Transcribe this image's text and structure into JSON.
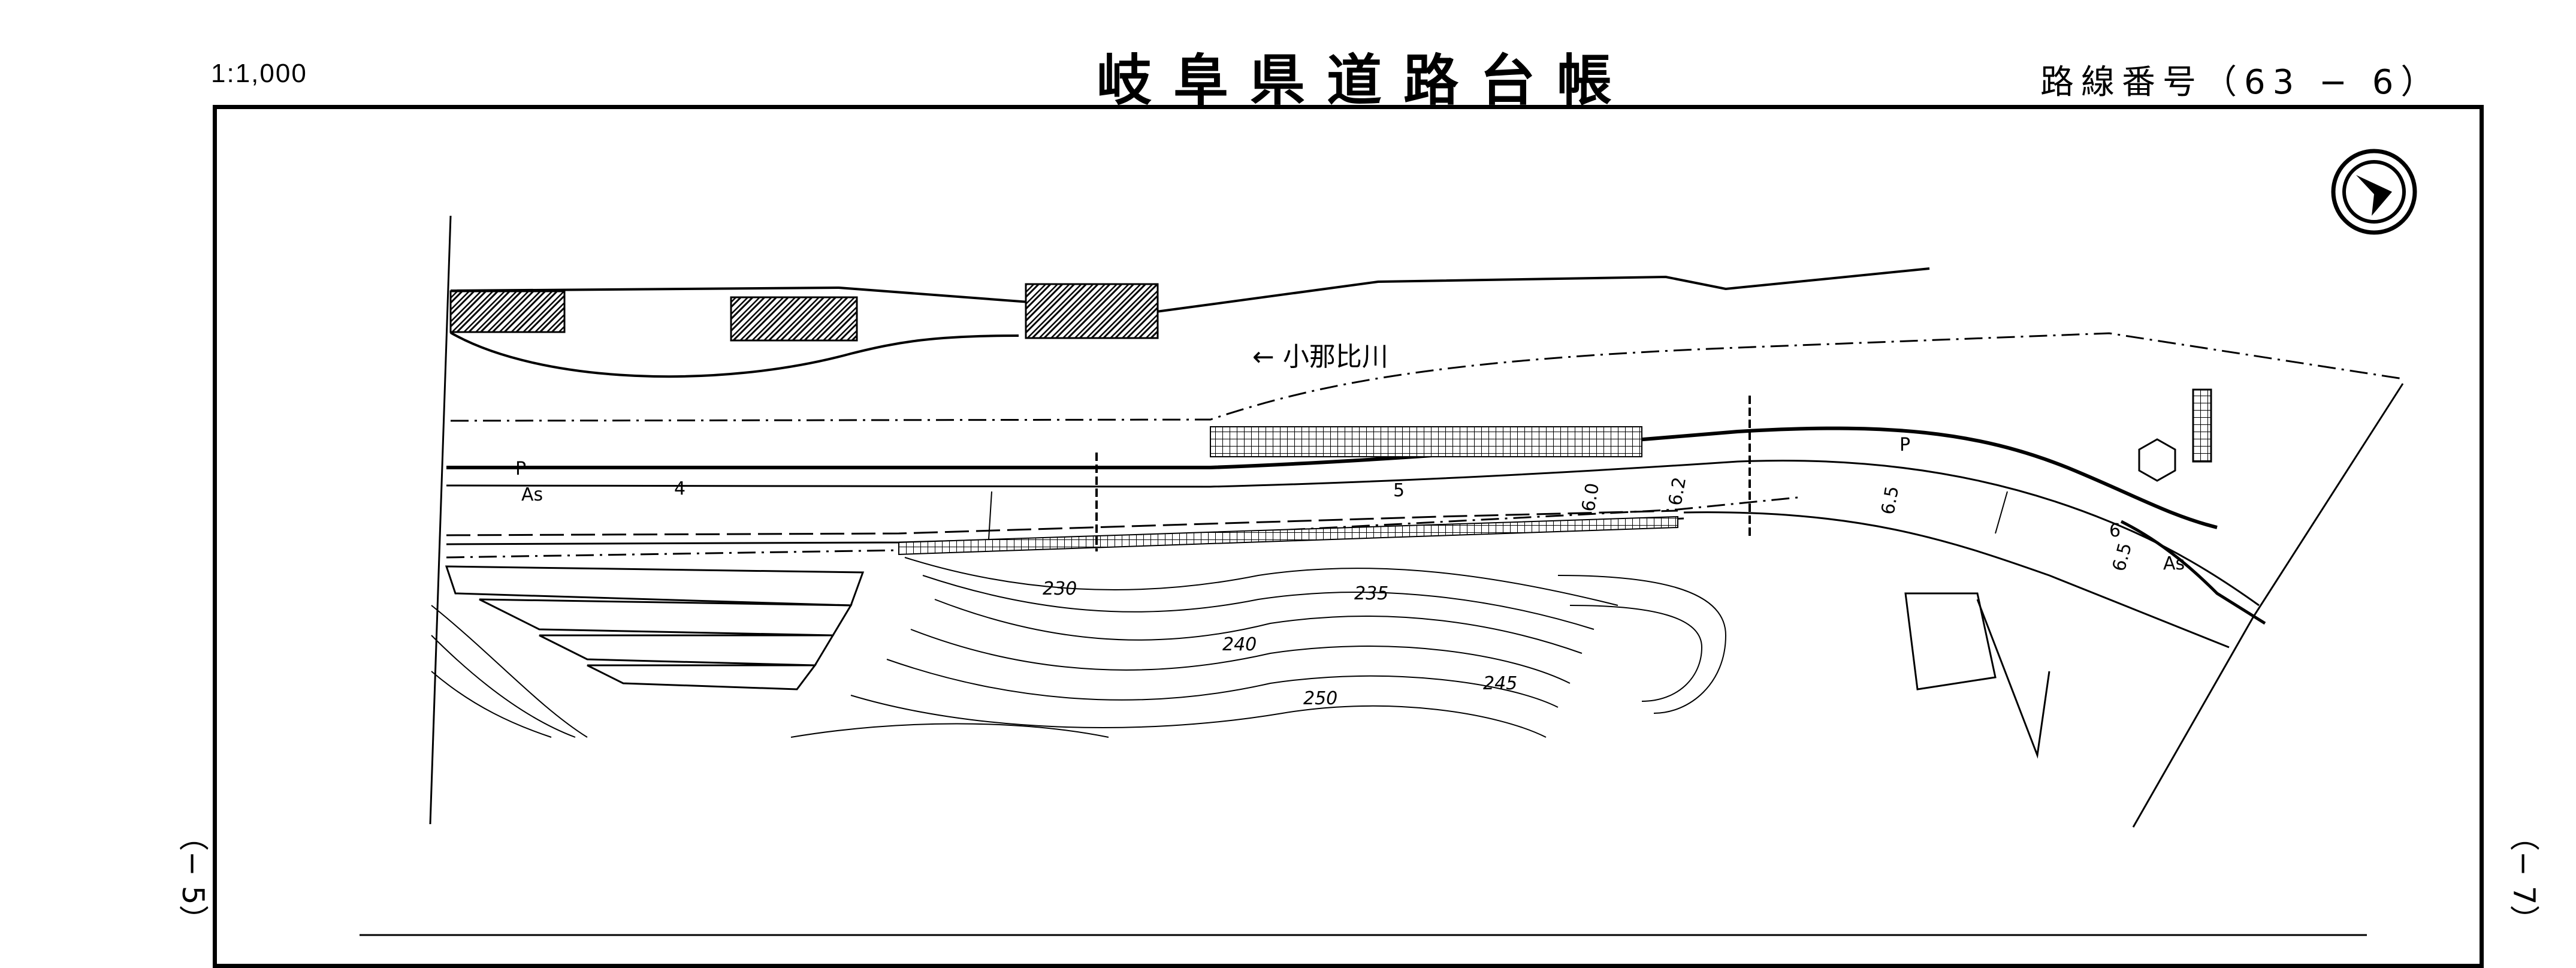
{
  "header": {
    "scale": "1:1,000",
    "title": "岐阜県道路台帳",
    "route_label": "路線番号（63 − 6）"
  },
  "side_markers": {
    "left": "（− 5）",
    "right": "（− 7）"
  },
  "map": {
    "river_label": "← 小那比川",
    "road_labels": [
      "P",
      "As",
      "4",
      "5",
      "6.0",
      "6.2",
      "6.5",
      "P",
      "6",
      "6.5",
      "As"
    ],
    "contour_labels": [
      "230",
      "235",
      "240",
      "245",
      "250"
    ],
    "north_arrow_icon": "north-arrow-icon",
    "colors": {
      "ink": "#000000",
      "paper": "#ffffff"
    }
  }
}
